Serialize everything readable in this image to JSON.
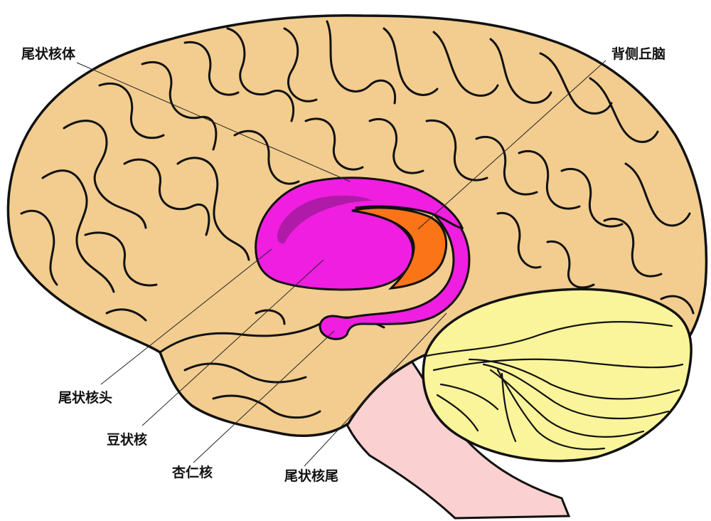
{
  "labels": {
    "caudate_body": "尾状核体",
    "dorsal_thalamus": "背侧丘脑",
    "caudate_head": "尾状核头",
    "putamen": "豆状核",
    "amygdala": "杏仁核",
    "caudate_tail": "尾状核尾"
  },
  "colors": {
    "cortex": "#f2cd8f",
    "outline": "#111111",
    "caudate": "#f01ee0",
    "caudate_shade": "#b01aa8",
    "thalamus": "#fb7418",
    "cerebellum": "#faf59a",
    "brainstem": "#fbd0d0",
    "background": "#ffffff"
  }
}
